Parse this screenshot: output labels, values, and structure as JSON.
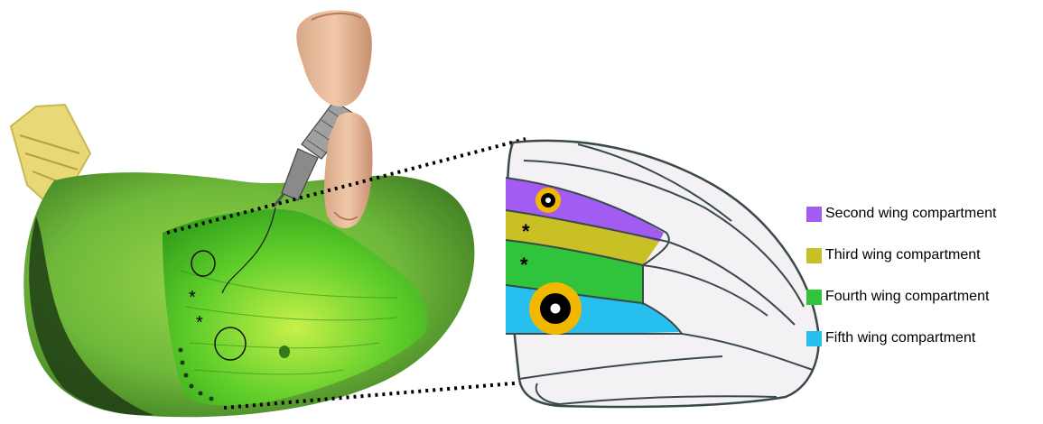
{
  "legend": {
    "items": [
      {
        "label": "Second wing compartment",
        "color": "#a35cf2"
      },
      {
        "label": "Third wing compartment",
        "color": "#c8c024"
      },
      {
        "label": "Fourth wing compartment",
        "color": "#2fc43b"
      },
      {
        "label": "Fifth wing compartment",
        "color": "#27bfee"
      }
    ]
  },
  "annotations": {
    "asterisk": "*"
  },
  "colors": {
    "pupa_light": "#7fcf2e",
    "pupa_dark": "#2b5a1a",
    "wing_area": "#3fb81a",
    "eyespot_outer": "#f2b800",
    "eyespot_inner": "#000000",
    "sketch_line": "#3a4a4a"
  },
  "icons": [
    "hand-with-needle",
    "butterfly-pupa",
    "forewing-sketch",
    "eyespot"
  ]
}
